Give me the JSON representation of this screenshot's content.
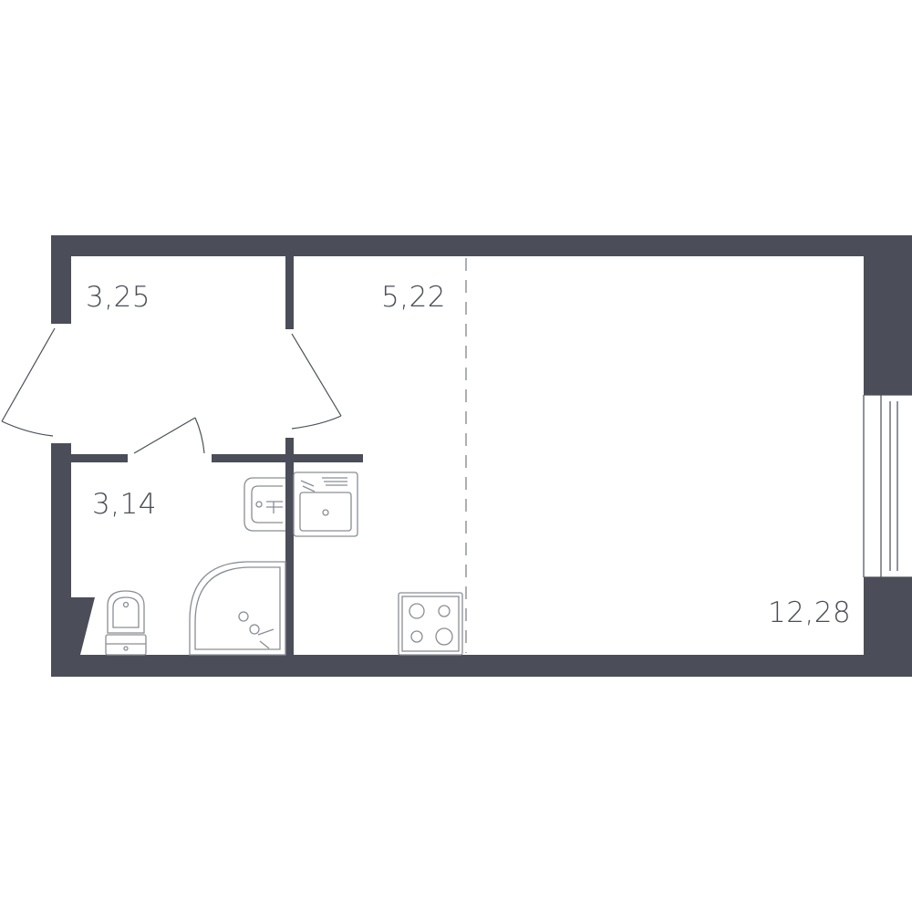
{
  "floor_plan": {
    "rooms": [
      {
        "id": "hallway",
        "area": "3,25"
      },
      {
        "id": "kitchen",
        "area": "5,22"
      },
      {
        "id": "bathroom",
        "area": "3,14"
      },
      {
        "id": "living",
        "area": "12,28"
      }
    ],
    "colors": {
      "wall": "#4b4e58",
      "fixture": "#8a8d95",
      "background": "#ffffff"
    },
    "icons": [
      "door-swing-icon",
      "window-icon",
      "sink-icon",
      "toilet-icon",
      "shower-icon",
      "kitchen-sink-icon",
      "stove-icon"
    ]
  }
}
